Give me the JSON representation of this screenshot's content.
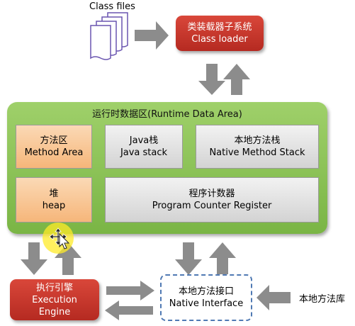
{
  "class_files": {
    "label": "Class files"
  },
  "class_loader": {
    "zh": "类装载器子系统",
    "en": "Class loader"
  },
  "runtime_area": {
    "title": "运行时数据区(Runtime Data Area)",
    "method_area": {
      "zh": "方法区",
      "en": "Method Area"
    },
    "java_stack": {
      "zh": "Java栈",
      "en": "Java stack"
    },
    "native_method_stack": {
      "zh": "本地方法栈",
      "en": "Native Method Stack"
    },
    "heap": {
      "zh": "堆",
      "en": "heap"
    },
    "pc_register": {
      "zh": "程序计数器",
      "en": "Program Counter Register"
    }
  },
  "execution_engine": {
    "zh": "执行引擎",
    "en1": "Execution",
    "en2": "Engine"
  },
  "native_interface": {
    "zh": "本地方法接口",
    "en": "Native Interface"
  },
  "native_library": {
    "label": "本地方法库"
  },
  "colors": {
    "red_box": "#c8352b",
    "green_area": "#8cc35a",
    "orange_cell": "#f8c795",
    "gray_cell": "#e2e2e2",
    "arrow": "#8c8c8c",
    "dashed_border": "#4f79b3"
  }
}
